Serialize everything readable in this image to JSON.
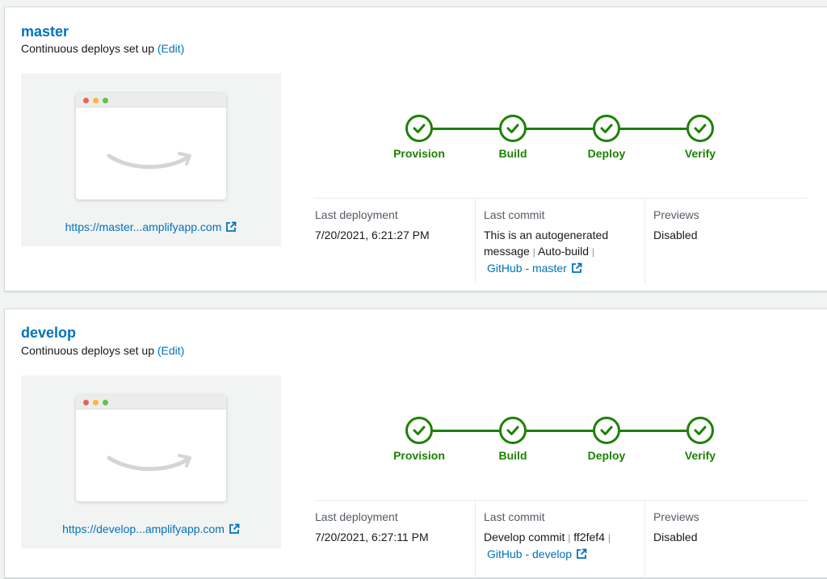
{
  "branches": [
    {
      "name": "master",
      "deploy_status": "Continuous deploys set up",
      "edit_label": "(Edit)",
      "preview_url": "https://master...amplifyapp.com",
      "steps": [
        "Provision",
        "Build",
        "Deploy",
        "Verify"
      ],
      "last_deployment": {
        "label": "Last deployment",
        "value": "7/20/2021, 6:21:27 PM"
      },
      "last_commit": {
        "label": "Last commit",
        "message_line1": "This is an autogenerated",
        "message_line2": "message",
        "extra": "Auto-build",
        "repo_link": "GitHub - master"
      },
      "previews": {
        "label": "Previews",
        "value": "Disabled"
      }
    },
    {
      "name": "develop",
      "deploy_status": "Continuous deploys set up",
      "edit_label": "(Edit)",
      "preview_url": "https://develop...amplifyapp.com",
      "steps": [
        "Provision",
        "Build",
        "Deploy",
        "Verify"
      ],
      "last_deployment": {
        "label": "Last deployment",
        "value": "7/20/2021, 6:27:11 PM"
      },
      "last_commit": {
        "label": "Last commit",
        "message_line1": "Develop commit",
        "extra": "ff2fef4",
        "repo_link": "GitHub - develop"
      },
      "previews": {
        "label": "Previews",
        "value": "Disabled"
      }
    }
  ],
  "separator": "|",
  "colors": {
    "link": "#0073bb",
    "success": "#1d8102",
    "text": "#16191f",
    "muted": "#545b64"
  },
  "icons": {
    "step_status": "check-circle-icon",
    "external": "external-link-icon"
  }
}
